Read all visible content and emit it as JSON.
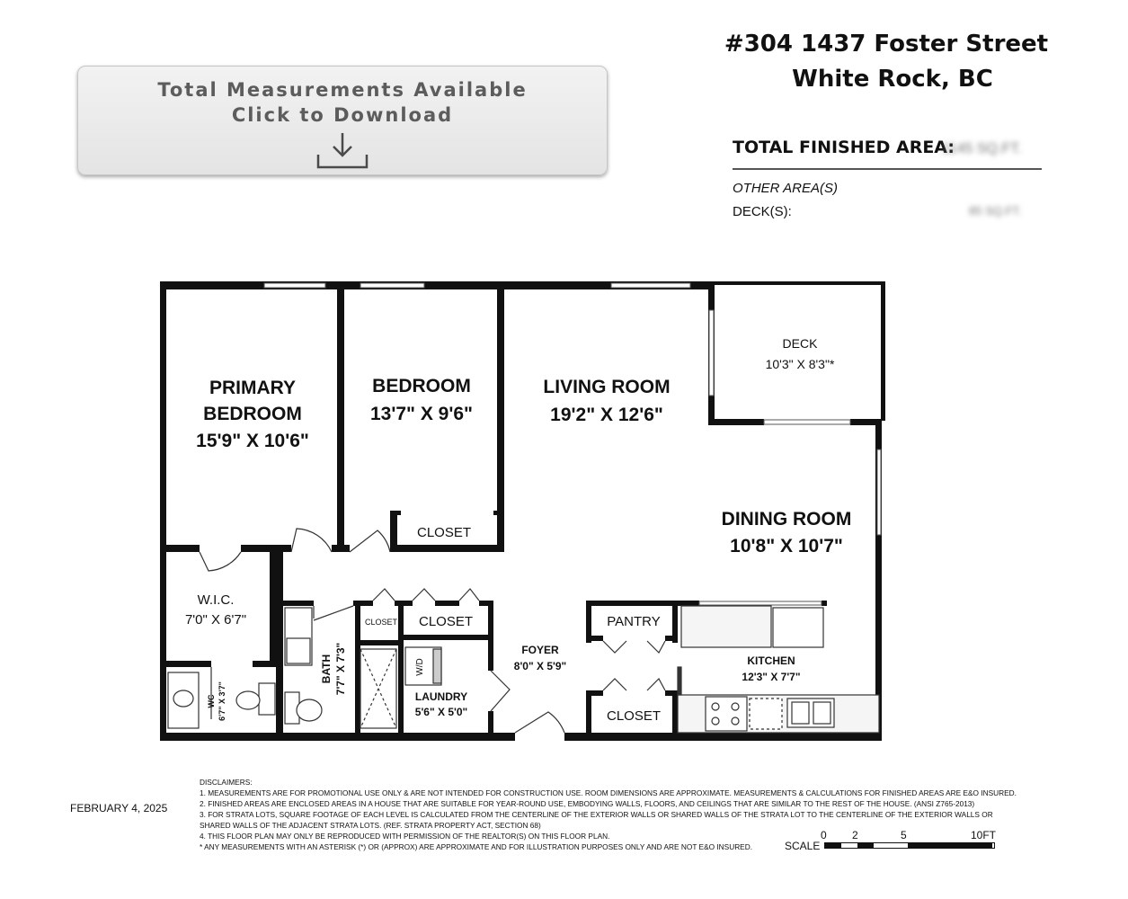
{
  "download_button": {
    "line1": "Total Measurements Available",
    "line2": "Click to Download",
    "icon": "download-icon"
  },
  "address": {
    "line1": "#304 1437 Foster Street",
    "line2": "White Rock, BC"
  },
  "area": {
    "total_label": "TOTAL FINISHED AREA:",
    "total_value": "1145 SQ.FT.",
    "other_label": "OTHER AREA(S)",
    "deck_label": "DECK(S):",
    "deck_value": "85 SQ.FT."
  },
  "rooms": {
    "primary_bedroom": {
      "line1": "PRIMARY",
      "line2": "BEDROOM",
      "size": "15'9\" X 10'6\""
    },
    "bedroom": {
      "name": "BEDROOM",
      "size": "13'7\" X 9'6\""
    },
    "living_room": {
      "name": "LIVING ROOM",
      "size": "19'2\" X 12'6\""
    },
    "deck": {
      "name": "DECK",
      "size": "10'3\" X 8'3\"*"
    },
    "dining_room": {
      "name": "DINING ROOM",
      "size": "10'8\" X 10'7\""
    },
    "bedroom_closet": {
      "name": "CLOSET"
    },
    "wic": {
      "name": "W.I.C.",
      "size": "7'0\" X 6'7\""
    },
    "wc": {
      "name": "WC",
      "size": "6'7\" X 3'7\""
    },
    "bath": {
      "name": "BATH",
      "size": "7'7\" X 7'3\""
    },
    "small_closet": {
      "name": "CLOSET"
    },
    "hall_closet": {
      "name": "CLOSET"
    },
    "laundry": {
      "name": "LAUNDRY",
      "size": "5'6\" X 5'0\"",
      "wd": "W/D"
    },
    "foyer": {
      "name": "FOYER",
      "size": "8'0\" X 5'9\""
    },
    "pantry": {
      "name": "PANTRY"
    },
    "foyer_closet": {
      "name": "CLOSET"
    },
    "kitchen": {
      "name": "KITCHEN",
      "size": "12'3\" X 7'7\""
    }
  },
  "date": "FEBRUARY 4, 2025",
  "disclaimers": {
    "title": "DISCLAIMERS:",
    "d1": "1. MEASUREMENTS ARE FOR PROMOTIONAL USE ONLY & ARE NOT INTENDED FOR CONSTRUCTION USE. ROOM DIMENSIONS ARE APPROXIMATE. MEASUREMENTS & CALCULATIONS FOR FINISHED AREAS ARE E&O INSURED.",
    "d2": "2. FINISHED AREAS ARE ENCLOSED AREAS IN A HOUSE THAT ARE SUITABLE FOR YEAR-ROUND USE, EMBODYING WALLS, FLOORS, AND CEILINGS THAT ARE SIMILAR TO THE REST OF THE HOUSE. (ANSI Z765-2013)",
    "d3a": "3. FOR STRATA LOTS, SQUARE FOOTAGE OF EACH LEVEL IS CALCULATED FROM THE CENTERLINE OF THE EXTERIOR WALLS OR SHARED WALLS OF THE STRATA LOT TO THE CENTERLINE OF THE EXTERIOR WALLS OR",
    "d3b": "SHARED WALLS OF THE ADJACENT STRATA LOTS. (REF. STRATA PROPERTY ACT, SECTION 68)",
    "d4": "4. THIS FLOOR PLAN MAY ONLY BE REPRODUCED WITH PERMISSION OF THE REALTOR(S) ON THIS FLOOR PLAN.",
    "d5": "* ANY MEASUREMENTS WITH AN ASTERISK (*) OR (APPROX) ARE APPROXIMATE AND FOR ILLUSTRATION PURPOSES ONLY AND ARE NOT E&O INSURED."
  },
  "scale": {
    "label": "SCALE",
    "t0": "0",
    "t2": "2",
    "t5": "5",
    "t10": "10FT"
  }
}
